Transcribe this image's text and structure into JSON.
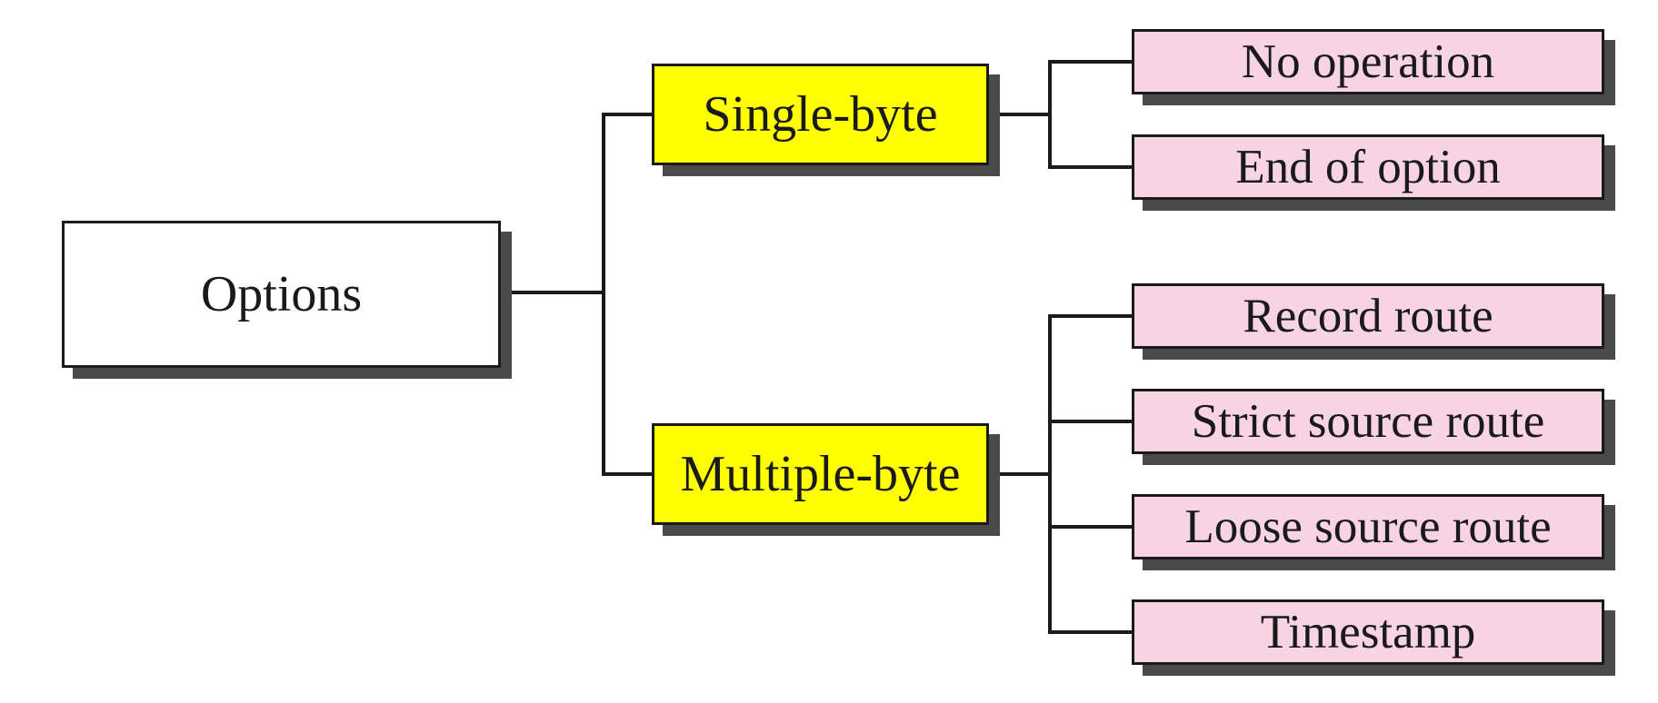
{
  "root": {
    "label": "Options"
  },
  "branches": [
    {
      "label": "Single-byte",
      "children": [
        "No operation",
        "End of option"
      ]
    },
    {
      "label": "Multiple-byte",
      "children": [
        "Record route",
        "Strict source route",
        "Loose source route",
        "Timestamp"
      ]
    }
  ],
  "colors": {
    "root_fill": "#ffffff",
    "branch_fill": "#ffff00",
    "leaf_fill": "#f7d3e3",
    "border": "#1a1a1a",
    "shadow": "#4a4a4a"
  }
}
